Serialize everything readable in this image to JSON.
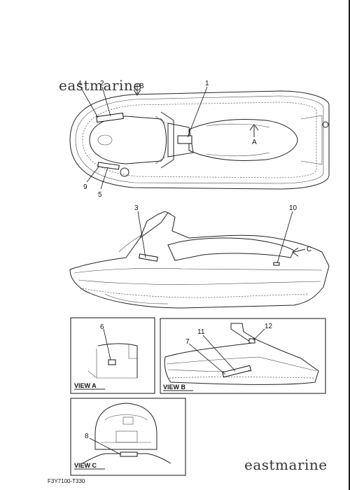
{
  "watermark": {
    "top": "eastmarine",
    "bottom": "eastmarine"
  },
  "doc_code": "F3Y7100-T330",
  "callouts": {
    "c1": "1",
    "c2": "2",
    "c3": "3",
    "c4": "4",
    "c5": "5",
    "c6": "6",
    "c7": "7",
    "c8": "8",
    "c9": "9",
    "c10": "10",
    "c11": "11",
    "c12": "12"
  },
  "arrows": {
    "a": "A",
    "b": "B",
    "c": "C"
  },
  "views": {
    "view_a": "VIEW A",
    "view_b": "VIEW B",
    "view_c": "VIEW C"
  }
}
